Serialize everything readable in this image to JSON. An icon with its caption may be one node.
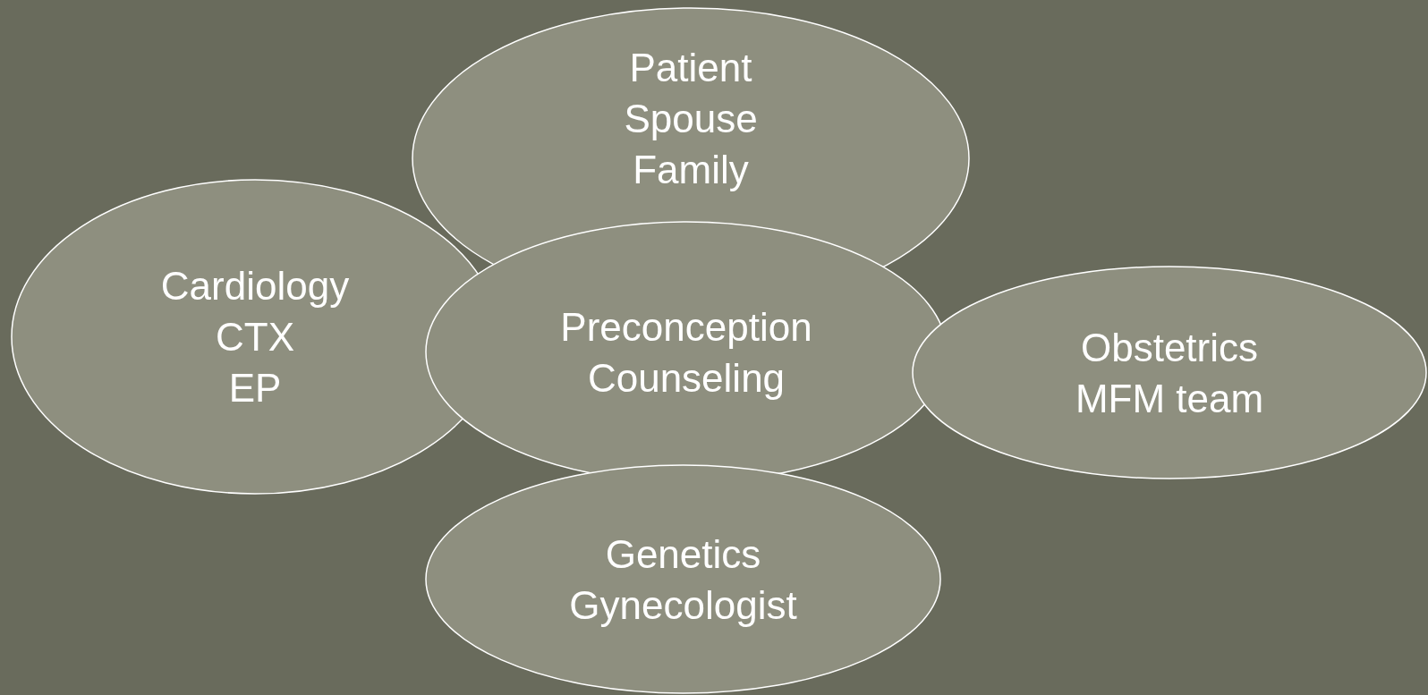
{
  "diagram": {
    "nodes": [
      {
        "text": [
          "Patient",
          "Spouse",
          "Family"
        ]
      },
      {
        "text": [
          "Cardiology",
          "CTX",
          "EP"
        ]
      },
      {
        "text": [
          "Preconception Counseling"
        ]
      },
      {
        "text": [
          "Obstetrics",
          "MFM team"
        ]
      },
      {
        "text": [
          "Genetics",
          "Gynecologist"
        ]
      }
    ],
    "edges": []
  }
}
